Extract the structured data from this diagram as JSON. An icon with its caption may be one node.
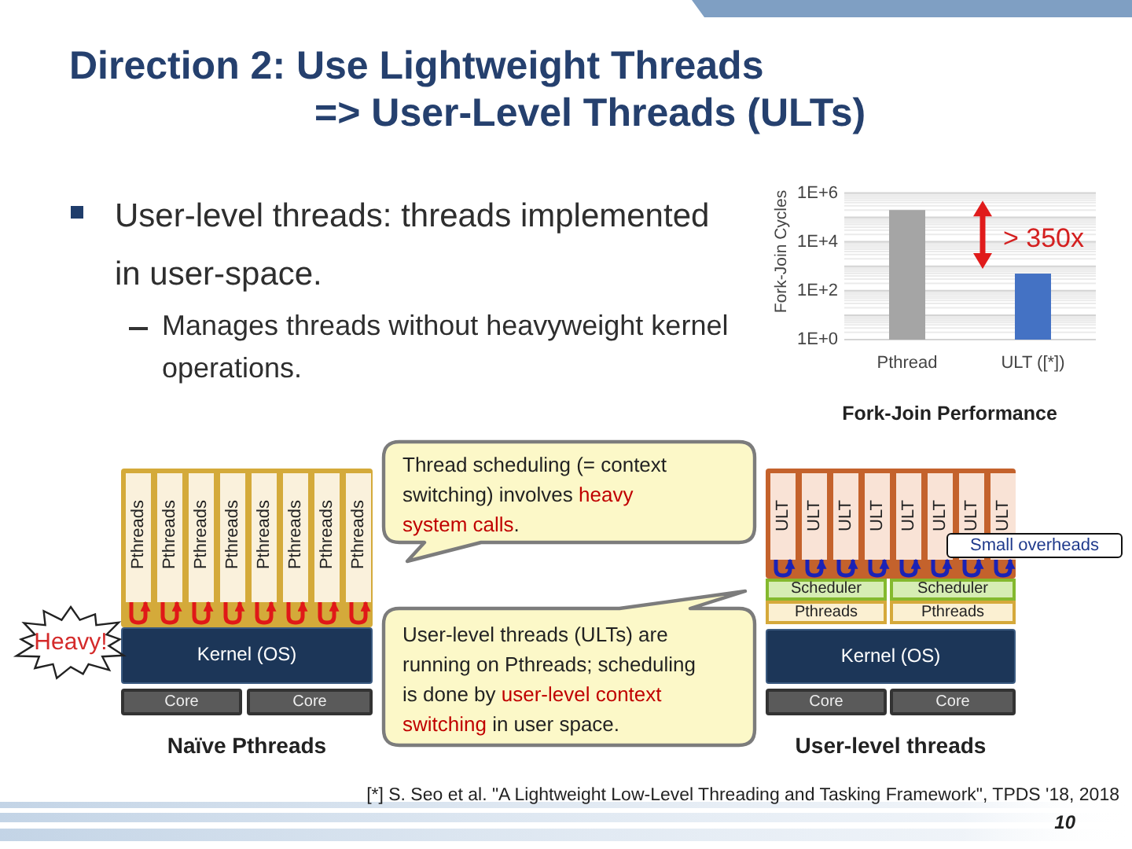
{
  "diagram": {
    "title": "Direction 2: Use Lightweight Threads => User-Level Threads (ULTs)",
    "nodes": [
      {
        "text": [
          "Pthreads"
        ]
      },
      {
        "text": [
          "Pthreads"
        ]
      },
      {
        "text": [
          "Pthreads"
        ]
      },
      {
        "text": [
          "Pthreads"
        ]
      },
      {
        "text": [
          "Pthreads"
        ]
      },
      {
        "text": [
          "Pthreads"
        ]
      },
      {
        "text": [
          "Pthreads"
        ]
      },
      {
        "text": [
          "Pthreads"
        ]
      },
      {
        "text": [
          "Heavy!"
        ]
      },
      {
        "text": [
          "Kernel (OS)"
        ]
      },
      {
        "text": [
          "Core"
        ]
      },
      {
        "text": [
          "Core"
        ]
      },
      {
        "text": [
          "Thread scheduling (= context switching) involves **heavy system calls**."
        ]
      },
      {
        "text": [
          "User-level threads (ULTs) are running on Pthreads; scheduling is done by **user-level context switching** in user space."
        ]
      },
      {
        "text": [
          "ULT"
        ]
      },
      {
        "text": [
          "ULT"
        ]
      },
      {
        "text": [
          "ULT"
        ]
      },
      {
        "text": [
          "ULT"
        ]
      },
      {
        "text": [
          "ULT"
        ]
      },
      {
        "text": [
          "ULT"
        ]
      },
      {
        "text": [
          "ULT"
        ]
      },
      {
        "text": [
          "ULT"
        ]
      },
      {
        "text": [
          "Small overheads"
        ]
      },
      {
        "text": [
          "Scheduler"
        ]
      },
      {
        "text": [
          "Scheduler"
        ]
      },
      {
        "text": [
          "Pthreads"
        ]
      },
      {
        "text": [
          "Pthreads"
        ]
      },
      {
        "text": [
          "Kernel (OS)"
        ]
      },
      {
        "text": [
          "Core"
        ]
      },
      {
        "text": [
          "Core"
        ]
      }
    ],
    "edges": [
      {
        "from": 0,
        "to": 0,
        "arrow": "to"
      },
      {
        "from": 1,
        "to": 1,
        "arrow": "to"
      },
      {
        "from": 2,
        "to": 2,
        "arrow": "to"
      },
      {
        "from": 3,
        "to": 3,
        "arrow": "to"
      },
      {
        "from": 4,
        "to": 4,
        "arrow": "to"
      },
      {
        "from": 5,
        "to": 5,
        "arrow": "to"
      },
      {
        "from": 6,
        "to": 6,
        "arrow": "to"
      },
      {
        "from": 7,
        "to": 7,
        "arrow": "to"
      },
      {
        "from": 14,
        "to": 14,
        "arrow": "to",
        "color": "#1b22b5"
      },
      {
        "from": 15,
        "to": 15,
        "arrow": "to",
        "color": "#1b22b5"
      },
      {
        "from": 16,
        "to": 16,
        "arrow": "to",
        "color": "#1b22b5"
      },
      {
        "from": 17,
        "to": 17,
        "arrow": "to",
        "color": "#1b22b5"
      },
      {
        "from": 18,
        "to": 18,
        "arrow": "to",
        "color": "#1b22b5"
      },
      {
        "from": 19,
        "to": 19,
        "arrow": "to",
        "color": "#1b22b5"
      },
      {
        "from": 20,
        "to": 20,
        "arrow": "to",
        "color": "#1b22b5"
      },
      {
        "from": 21,
        "to": 21,
        "arrow": "to",
        "color": "#1b22b5"
      }
    ],
    "labels": [
      "User-level threads: threads implemented in user-space.",
      "Manages threads without heavyweight kernel operations.",
      "Fork-Join Cycles",
      "1E+6",
      "1E+4",
      "1E+2",
      "1E+0",
      "> 350x",
      "Pthread",
      "ULT ([*])",
      "Fork-Join Performance",
      "Naïve Pthreads",
      "User-level threads",
      "[*] S. Seo et al. \"A Lightweight Low-Level Threading and Tasking Framework\", TPDS '18, 2018",
      "10"
    ]
  }
}
